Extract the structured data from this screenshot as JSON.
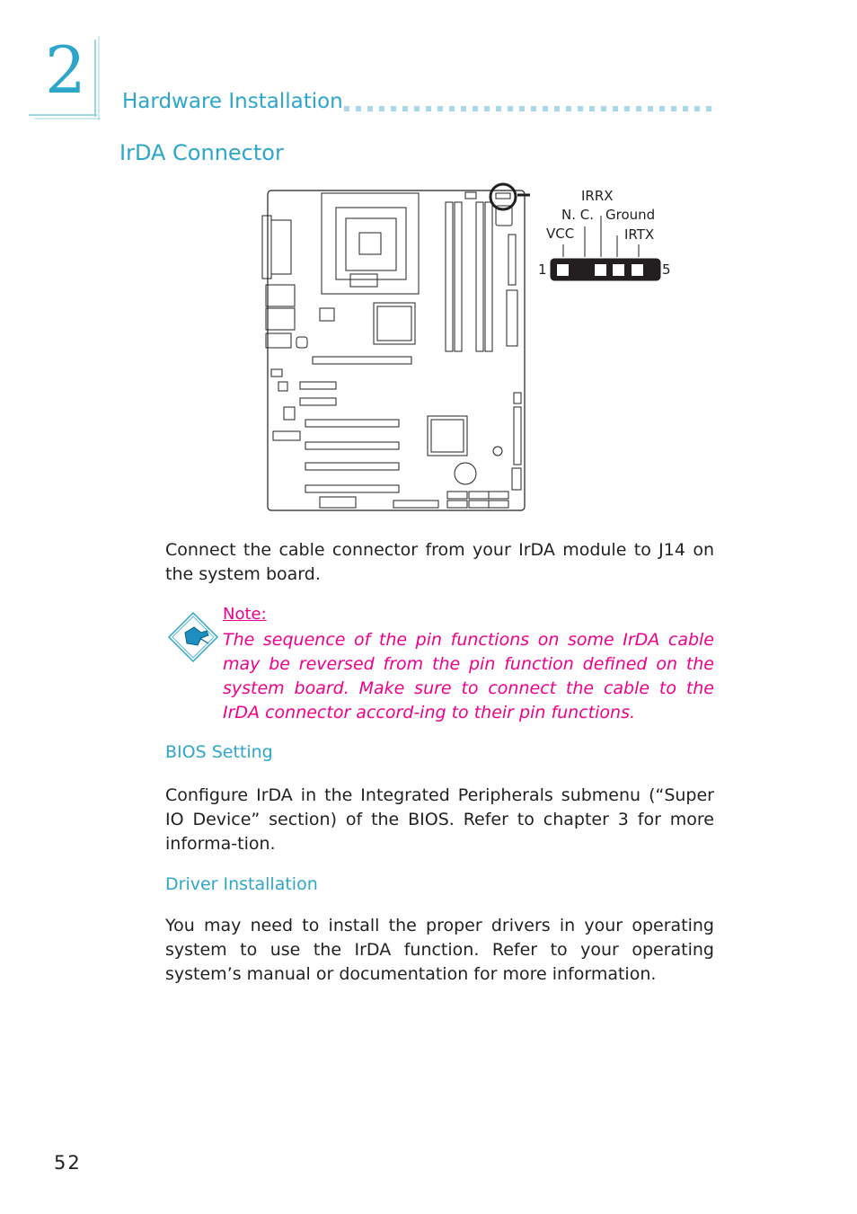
{
  "chapter": {
    "number": "2"
  },
  "header": {
    "title": "Hardware Installation"
  },
  "section": {
    "title": "IrDA Connector"
  },
  "diagram": {
    "pin_labels": {
      "irrx": "IRRX",
      "nc": "N. C.",
      "ground": "Ground",
      "vcc": "VCC",
      "irtx": "IRTX",
      "pin_first": "1",
      "pin_last": "5"
    }
  },
  "paragraphs": {
    "intro": "Connect the cable connector from your IrDA module to J14 on the system board.",
    "bios": "Configure IrDA in the Integrated Peripherals submenu (“Super IO Device” section) of the BIOS. Refer to chapter 3 for more informa-tion.",
    "driver": "You may need to install the proper drivers in your operating system to use the IrDA function. Refer to your operating system’s manual or documentation for more information."
  },
  "note": {
    "label": "Note:",
    "text": "The sequence of the pin functions on some IrDA cable may be reversed from the pin function defined on the system board. Make sure to connect the cable to the IrDA connector accord-ing to their pin functions."
  },
  "subheads": {
    "bios": "BIOS Setting",
    "driver": "Driver Installation"
  },
  "footer": {
    "page_number": "52"
  },
  "colors": {
    "accent": "#2ea6c9",
    "note": "#ec008c",
    "text": "#231f20"
  }
}
